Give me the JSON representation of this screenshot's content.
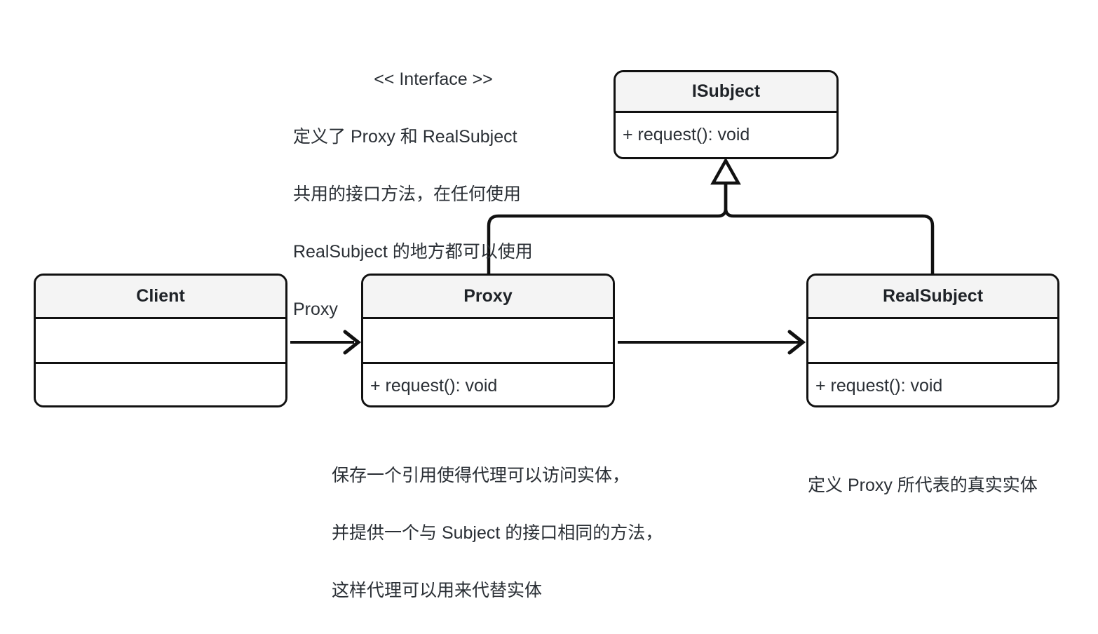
{
  "diagram": {
    "title": "Proxy Pattern UML Class Diagram",
    "colors": {
      "background": "#ffffff",
      "stroke": "#111111",
      "header_fill": "#f4f4f4",
      "body_fill": "#ffffff",
      "text": "#2a2f35"
    }
  },
  "classes": {
    "isubject": {
      "name": "ISubject",
      "members": [
        "+ request(): void"
      ]
    },
    "client": {
      "name": "Client",
      "members": [
        "",
        ""
      ]
    },
    "proxy": {
      "name": "Proxy",
      "members": [
        "",
        "+ request(): void"
      ]
    },
    "realsubject": {
      "name": "RealSubject",
      "members": [
        "",
        "+ request(): void"
      ]
    }
  },
  "notes": {
    "interface_note": {
      "stereotype": "<< Interface >>",
      "lines": [
        "定义了 Proxy 和 RealSubject",
        "共用的接口方法，在任何使用",
        "RealSubject 的地方都可以使用",
        "Proxy"
      ]
    },
    "proxy_note": {
      "lines": [
        "保存一个引用使得代理可以访问实体，",
        "并提供一个与 Subject 的接口相同的方法，",
        "这样代理可以用来代替实体"
      ]
    },
    "realsubject_note": {
      "lines": [
        "定义 Proxy 所代表的真实实体"
      ]
    }
  },
  "edges": [
    {
      "name": "client-to-proxy-association",
      "from": "Client",
      "to": "Proxy",
      "type": "association",
      "arrowhead": "open"
    },
    {
      "name": "proxy-to-realsubject-association",
      "from": "Proxy",
      "to": "RealSubject",
      "type": "association",
      "arrowhead": "open"
    },
    {
      "name": "proxy-realizes-isubject",
      "from": "Proxy",
      "to": "ISubject",
      "type": "generalization",
      "arrowhead": "hollow-triangle"
    },
    {
      "name": "realsubject-realizes-isubject",
      "from": "RealSubject",
      "to": "ISubject",
      "type": "generalization",
      "arrowhead": "hollow-triangle"
    }
  ]
}
